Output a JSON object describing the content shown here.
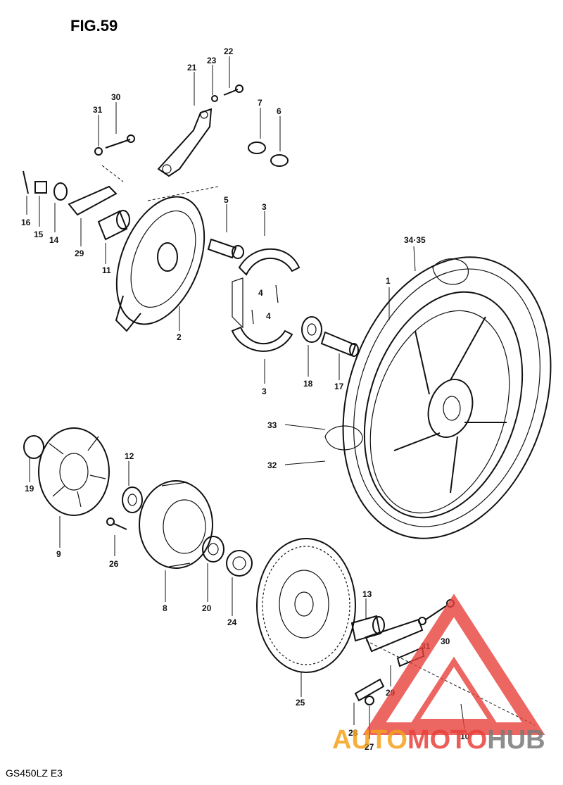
{
  "figure_title": "FIG.59",
  "model_code": "GS450LZ E3",
  "watermark": {
    "part1": "AUTO",
    "part2": "MOTO",
    "part3": "HUB",
    "color_red": "#e8413b",
    "color_orange": "#f5a21b",
    "color_gray": "#7a7a7a"
  },
  "callouts": {
    "n1": "1",
    "n2": "2",
    "n3a": "3",
    "n3b": "3",
    "n4a": "4",
    "n4b": "4",
    "n5": "5",
    "n6": "6",
    "n7": "7",
    "n8": "8",
    "n9": "9",
    "n10": "10",
    "n11": "11",
    "n12": "12",
    "n13": "13",
    "n14": "14",
    "n15": "15",
    "n16": "16",
    "n17": "17",
    "n18": "18",
    "n19": "19",
    "n20": "20",
    "n21": "21",
    "n22": "22",
    "n23": "23",
    "n24": "24",
    "n25": "25",
    "n26": "26",
    "n27": "27",
    "n28": "28",
    "n29a": "29",
    "n29b": "29",
    "n30a": "30",
    "n30b": "30",
    "n31a": "31",
    "n31b": "31",
    "n32": "32",
    "n33": "33",
    "n34": "34·35"
  }
}
